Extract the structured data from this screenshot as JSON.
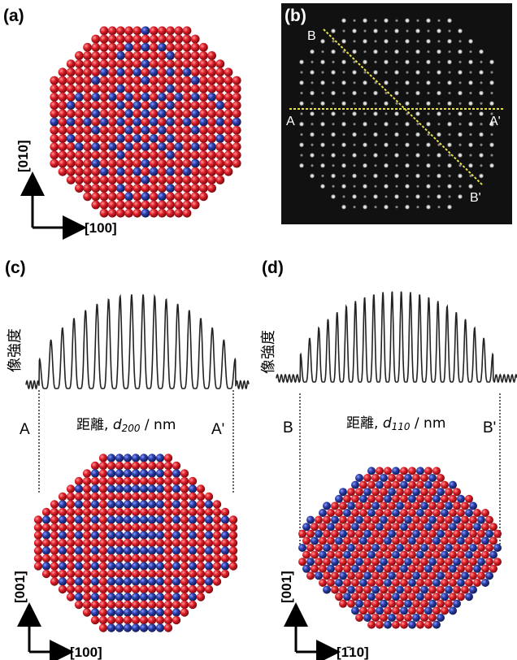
{
  "panels": {
    "a": {
      "label": "(a)",
      "axis_vertical": "[010]",
      "axis_horizontal": "[100]"
    },
    "b": {
      "label": "(b)",
      "points": {
        "B": "B",
        "B_prime": "B'",
        "A": "A",
        "A_prime": "A'"
      }
    },
    "c": {
      "label": "(c)",
      "intensity_label": "像強度",
      "distance_label_jp": "距離, ",
      "distance_symbol": "d",
      "distance_index": "200",
      "distance_unit": " / nm",
      "left_point": "A",
      "right_point": "A'",
      "axis_vertical": "[001]",
      "axis_horizontal": "[100]"
    },
    "d": {
      "label": "(d)",
      "intensity_label": "像強度",
      "distance_label_jp": "距離, ",
      "distance_symbol": "d",
      "distance_index": "110",
      "distance_unit": " / nm",
      "left_point": "B",
      "right_point": "B'",
      "axis_vertical": "[001]",
      "axis_horizontal": "[1̄10]"
    }
  },
  "colors": {
    "atom_red": "#e0202a",
    "atom_blue": "#2b3ea8",
    "stem_bg": "#111111",
    "stem_dot": "#d8d8d8",
    "guide_yellow": "#e6e04a",
    "curve": "#222222"
  }
}
